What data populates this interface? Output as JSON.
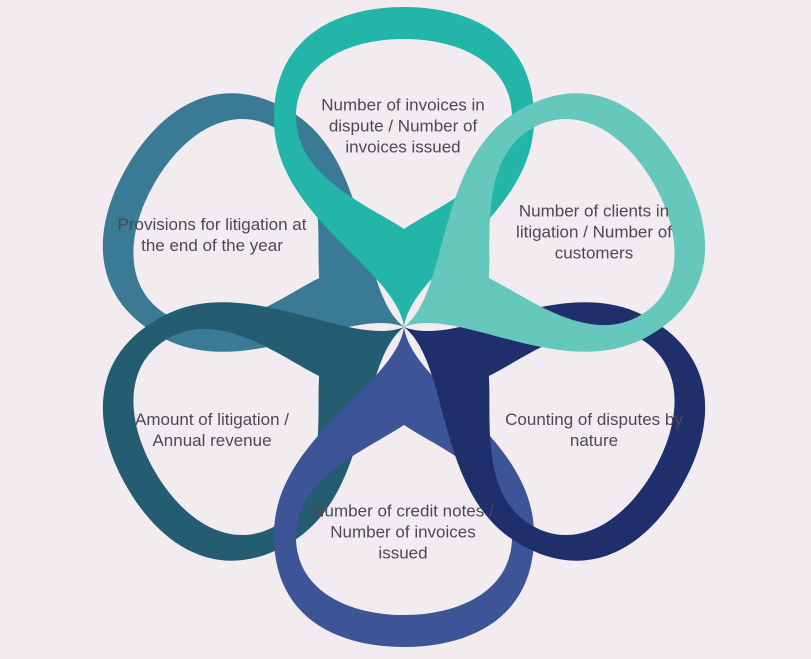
{
  "diagram": {
    "background": "#f2ecf1",
    "petals": [
      {
        "id": "top",
        "label": "Number of invoices in dispute / Number of invoices issued",
        "color": "#22b5a8"
      },
      {
        "id": "upper-right",
        "label": "Number of clients in litigation / Number of customers",
        "color": "#66c8bd"
      },
      {
        "id": "lower-right",
        "label": "Counting of disputes by nature",
        "color": "#1f2f6b"
      },
      {
        "id": "bottom",
        "label": "Number of credit notes / Number of invoices issued",
        "color": "#3d5597"
      },
      {
        "id": "lower-left",
        "label": "Amount of litigation / Annual revenue",
        "color": "#245d72"
      },
      {
        "id": "upper-left",
        "label": "Provisions for litigation at the end of the year",
        "color": "#3a7a95"
      }
    ]
  }
}
